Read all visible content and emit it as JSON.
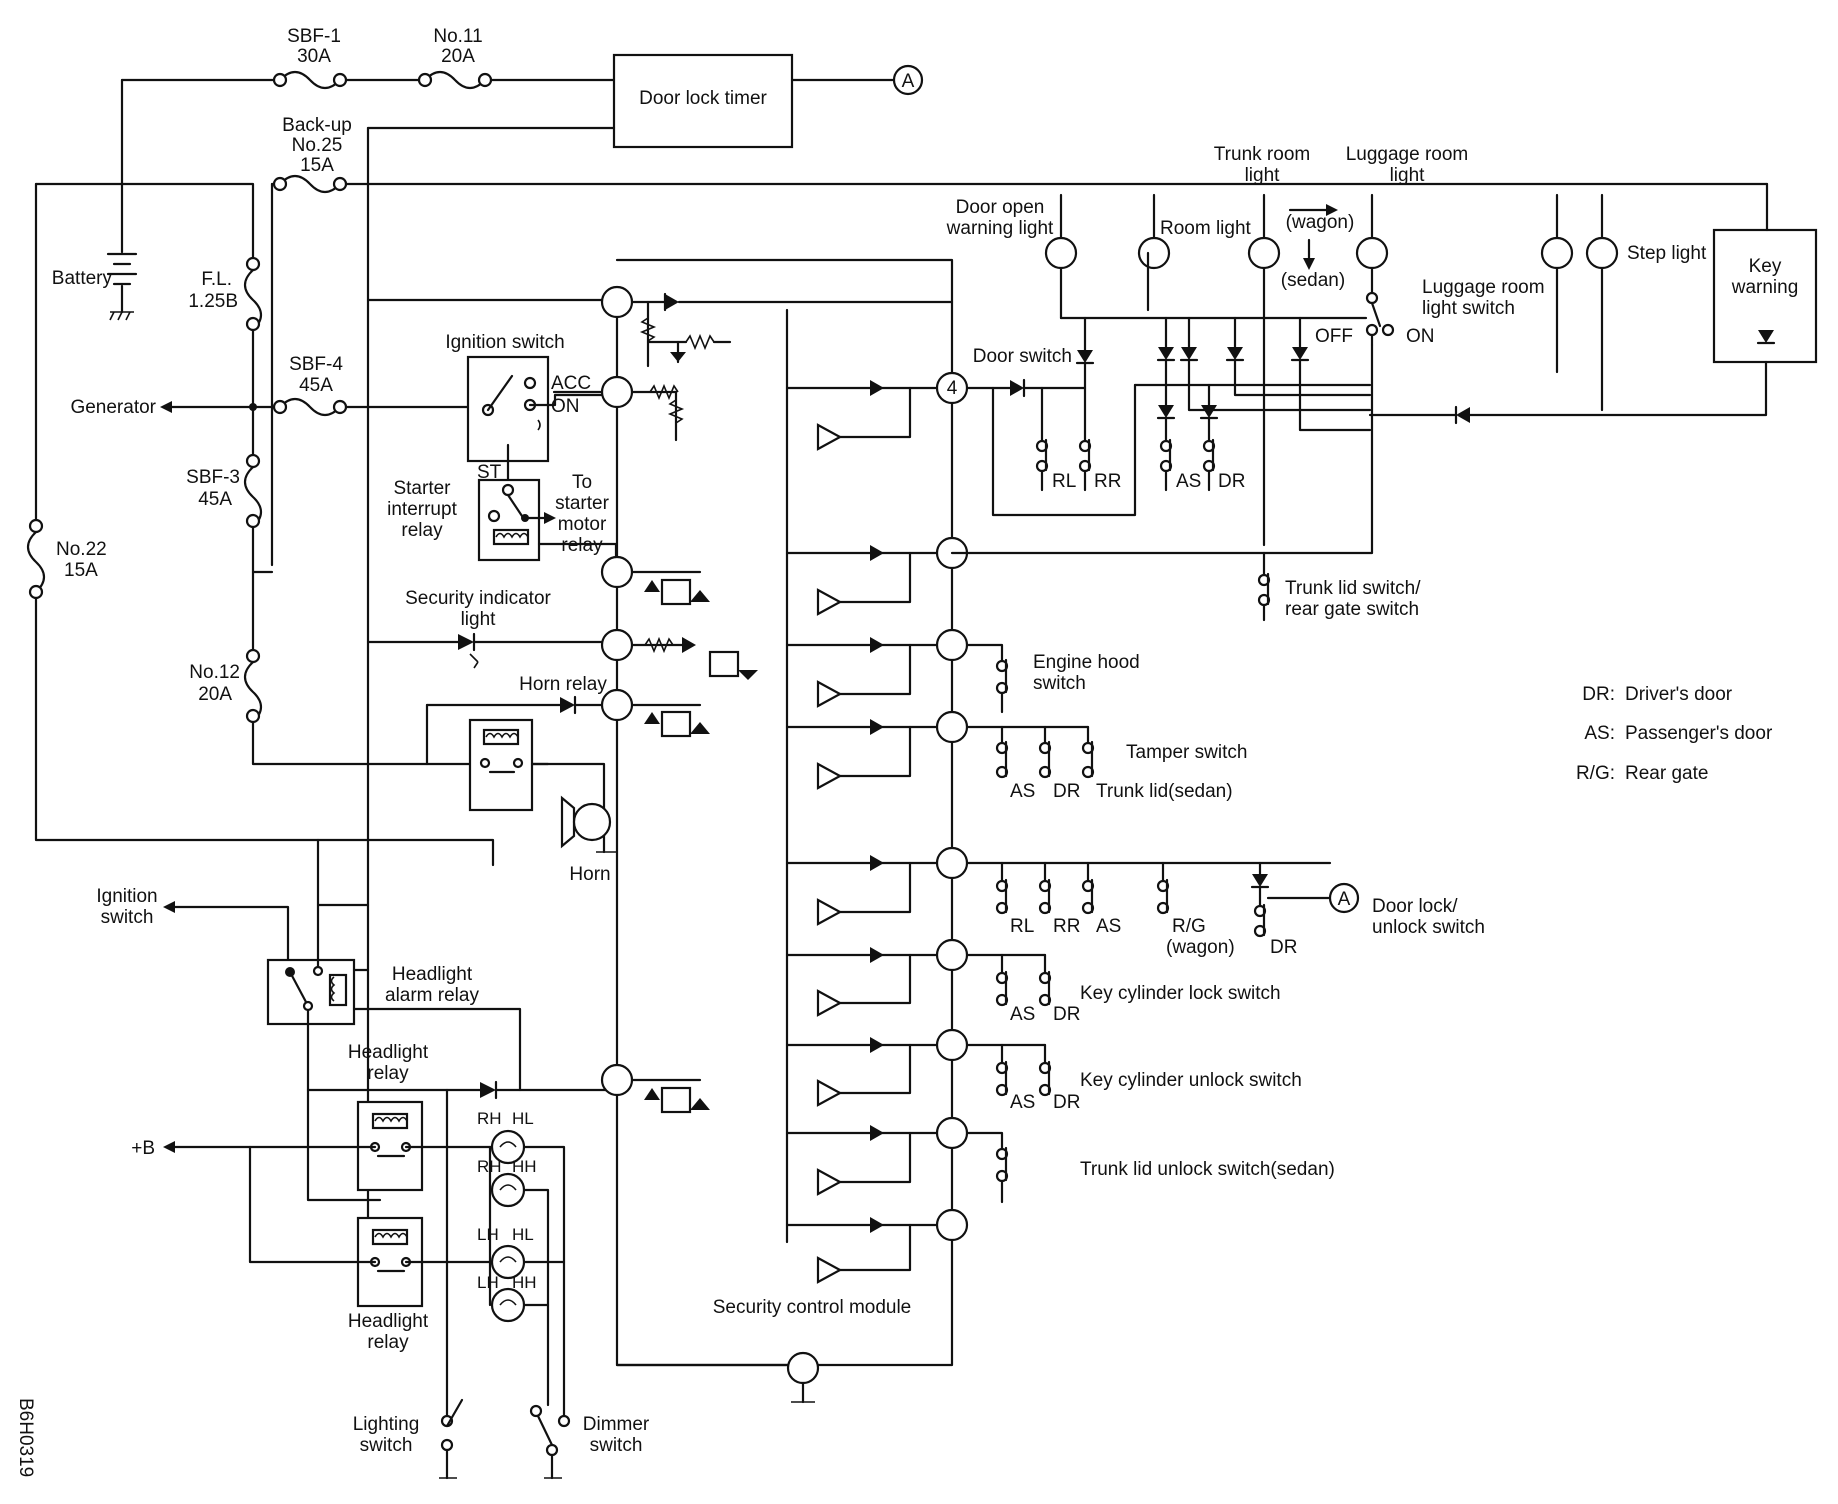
{
  "figure_id": "B6H0319",
  "fuses": {
    "sbf1": {
      "name": "SBF-1",
      "rating": "30A"
    },
    "no11": {
      "name": "No.11",
      "rating": "20A"
    },
    "backup": {
      "title": "Back-up",
      "name": "No.25",
      "rating": "15A"
    },
    "fl": {
      "name": "F.L.",
      "rating": "1.25B"
    },
    "sbf4": {
      "name": "SBF-4",
      "rating": "45A"
    },
    "sbf3": {
      "name": "SBF-3",
      "rating": "45A"
    },
    "no22": {
      "name": "No.22",
      "rating": "15A"
    },
    "no12": {
      "name": "No.12",
      "rating": "20A"
    }
  },
  "components": {
    "door_lock_timer": "Door lock timer",
    "battery": "Battery",
    "generator": "Generator",
    "ignition_switch": "Ignition switch",
    "acc": "ACC",
    "on": "ON",
    "st": "ST",
    "starter_interrupt": [
      "Starter",
      "interrupt",
      "relay"
    ],
    "to_starter": [
      "To",
      "starter",
      "motor",
      "relay"
    ],
    "security_indicator": [
      "Security indicator",
      "light"
    ],
    "horn_relay": "Horn relay",
    "horn": "Horn",
    "ignition_switch_left": [
      "Ignition",
      "switch"
    ],
    "headlight_alarm": [
      "Headlight",
      "alarm relay"
    ],
    "headlight_relay_top": [
      "Headlight",
      "relay"
    ],
    "headlight_relay_bottom": [
      "Headlight",
      "relay"
    ],
    "plus_b": "+B",
    "rh_hl": [
      "RH",
      "HL"
    ],
    "rh_hh": [
      "RH",
      "HH"
    ],
    "lh_hl": [
      "LH",
      "HL"
    ],
    "lh_hh": [
      "LH",
      "HH"
    ],
    "lighting_switch": [
      "Lighting",
      "switch"
    ],
    "dimmer_switch": [
      "Dimmer",
      "switch"
    ],
    "security_module": "Security control module",
    "node_4": "4",
    "door_open_warning": [
      "Door open",
      "warning light"
    ],
    "room_light": "Room light",
    "trunk_room_light": [
      "Trunk room",
      "light"
    ],
    "luggage_room_light": [
      "Luggage room",
      "light"
    ],
    "wagon": "(wagon)",
    "sedan": "(sedan)",
    "step_light": "Step light",
    "key_warning": [
      "Key",
      "warning"
    ],
    "luggage_room_switch": [
      "Luggage room",
      "light switch"
    ],
    "off": "OFF",
    "on2": "ON",
    "door_switch": "Door switch",
    "rl": "RL",
    "rr": "RR",
    "as": "AS",
    "dr": "DR",
    "trunk_lid_switch": [
      "Trunk lid switch/",
      "rear gate switch"
    ],
    "engine_hood": [
      "Engine hood",
      "switch"
    ],
    "tamper_switch": "Tamper switch",
    "trunk_lid_sedan": "Trunk lid(sedan)",
    "rg": "R/G",
    "wagon2": "(wagon)",
    "door_lock_unlock": [
      "Door lock/",
      "unlock switch"
    ],
    "key_cyl_lock": "Key cylinder lock switch",
    "key_cyl_unlock": "Key cylinder unlock switch",
    "trunk_unlock": "Trunk lid unlock switch(sedan)",
    "connector_a": "A"
  },
  "legend": [
    {
      "code": "DR:",
      "meaning": "Driver's door"
    },
    {
      "code": "AS:",
      "meaning": "Passenger's door"
    },
    {
      "code": "R/G:",
      "meaning": "Rear gate"
    }
  ]
}
